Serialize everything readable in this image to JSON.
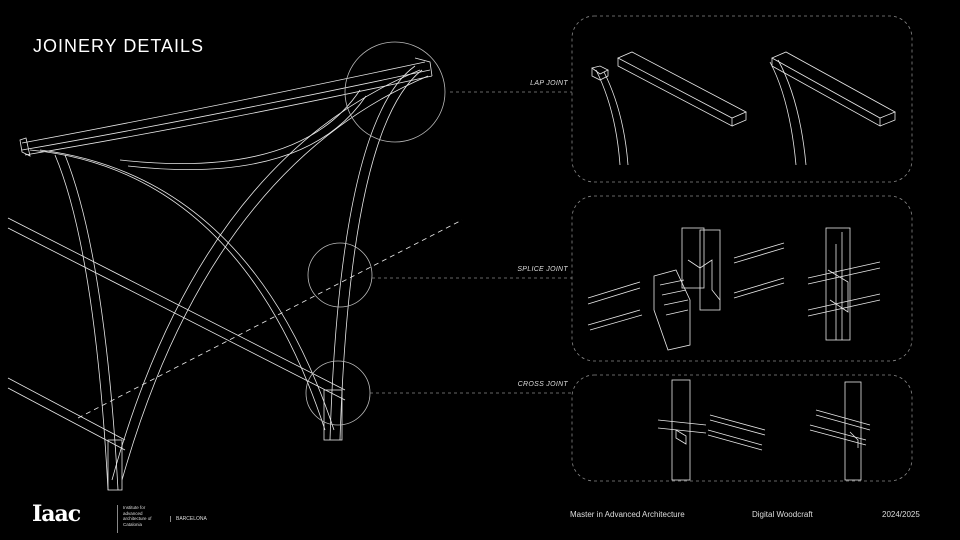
{
  "slide": {
    "title": "JOINERY DETAILS"
  },
  "callouts": [
    {
      "label": "LAP JOINT"
    },
    {
      "label": "SPLICE JOINT"
    },
    {
      "label": "CROSS JOINT"
    }
  ],
  "footer": {
    "logo_text": "Iaac",
    "institute": "Institute for advanced architecture of Catalonia",
    "city": "BARCELONA",
    "program": "Master in Advanced Architecture",
    "course": "Digital Woodcraft",
    "year": "2024/2025"
  },
  "colors": {
    "background": "#000000",
    "line": "#ffffff",
    "dashed_frame": "#888888"
  }
}
